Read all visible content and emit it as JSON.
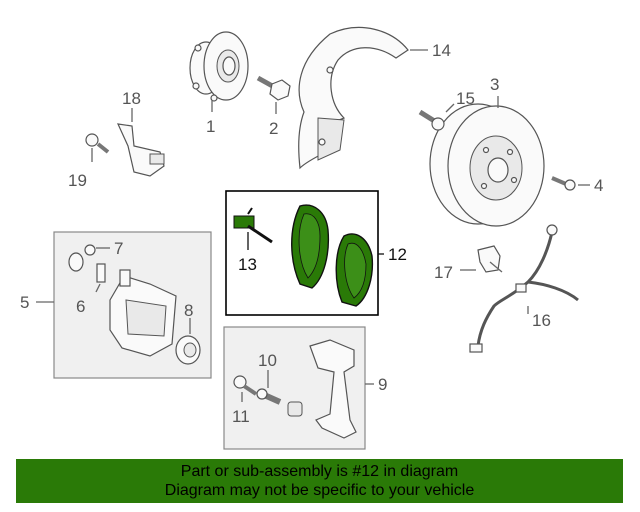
{
  "callouts": {
    "c1": "1",
    "c2": "2",
    "c3": "3",
    "c4": "4",
    "c5": "5",
    "c6": "6",
    "c7": "7",
    "c8": "8",
    "c9": "9",
    "c10": "10",
    "c11": "11",
    "c12": "12",
    "c13": "13",
    "c14": "14",
    "c15": "15",
    "c16": "16",
    "c17": "17",
    "c18": "18",
    "c19": "19"
  },
  "highlight_color": "#2a7a07",
  "banner": {
    "line1": "Part or sub-assembly is #12 in diagram",
    "line2": "Diagram may not be specific to your vehicle"
  }
}
